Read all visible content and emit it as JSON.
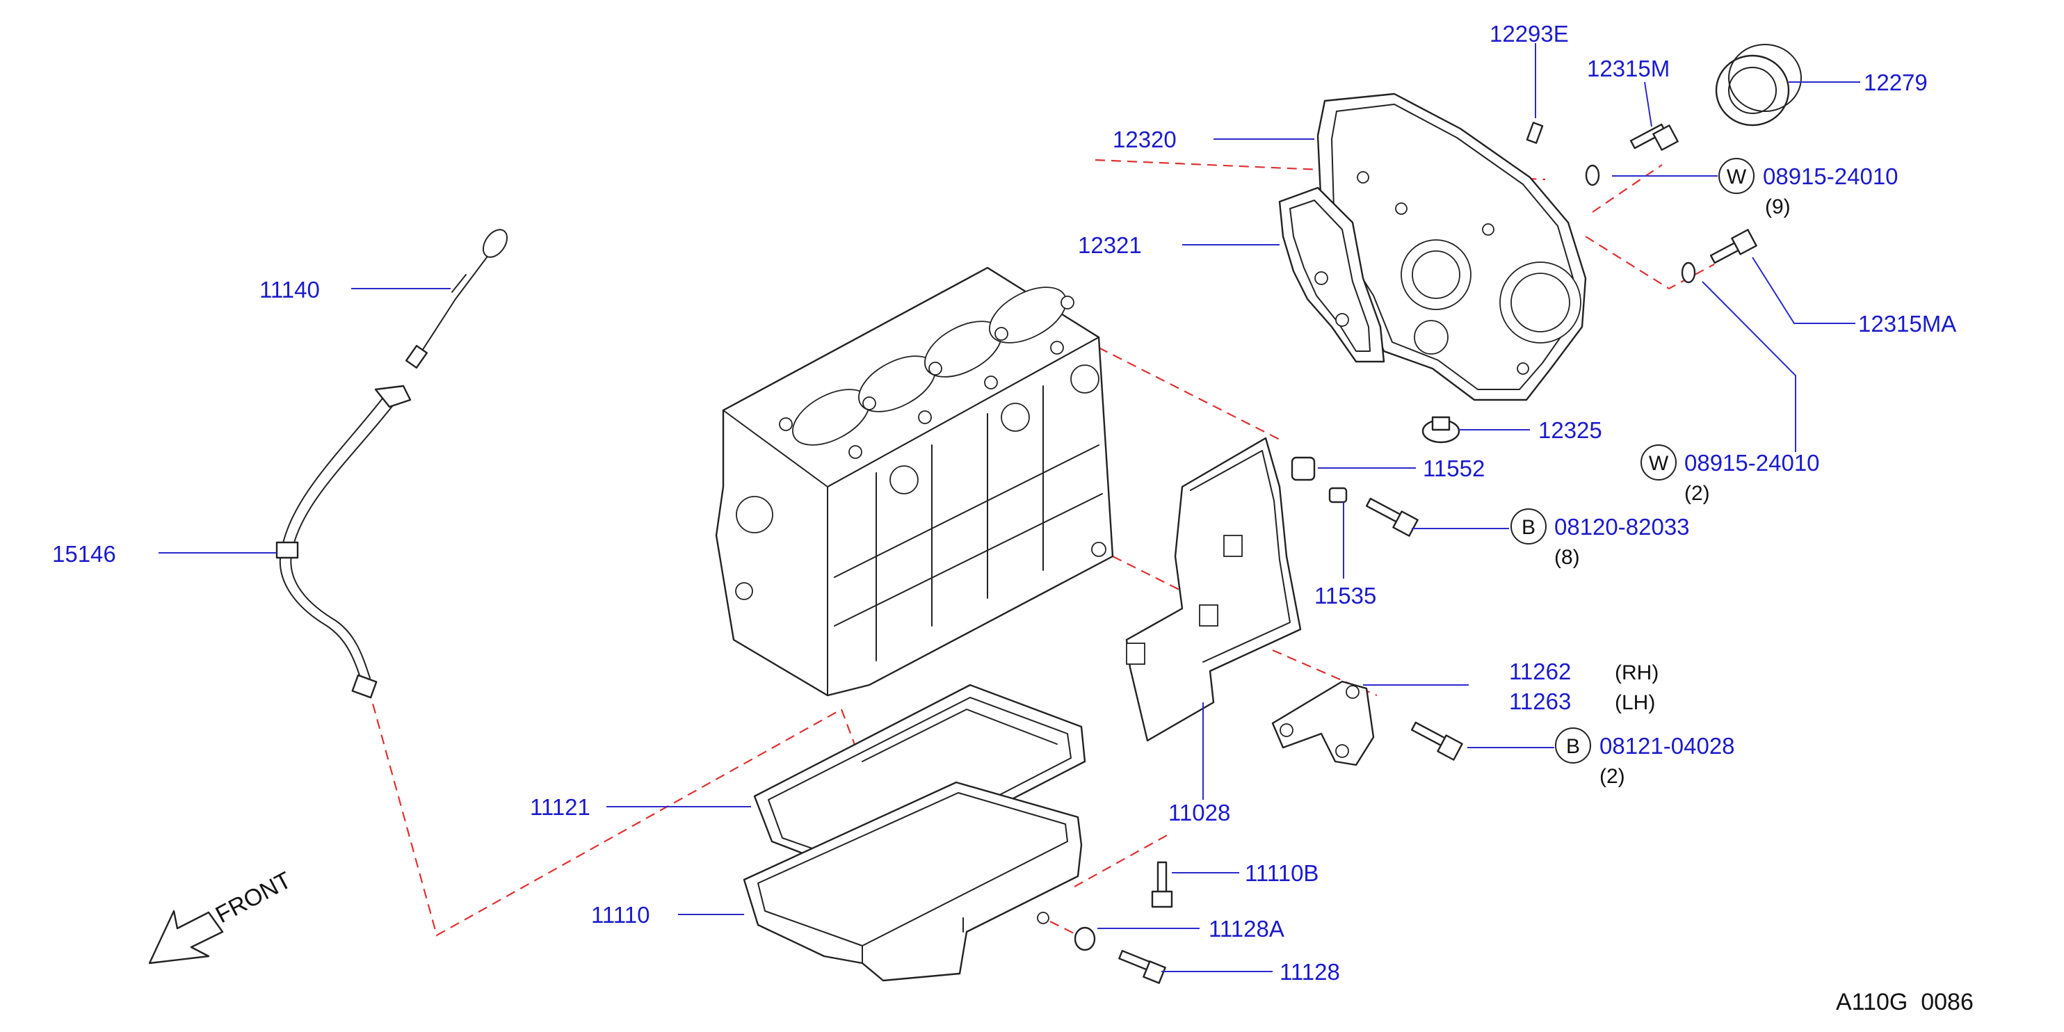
{
  "callouts": [
    {
      "id": "c12293E",
      "label": "12293E"
    },
    {
      "id": "c12315M",
      "label": "12315M"
    },
    {
      "id": "c12279",
      "label": "12279"
    },
    {
      "id": "c12320",
      "label": "12320"
    },
    {
      "id": "c08915a",
      "label": "08915-24010",
      "symbol": "W",
      "qty": "(9)"
    },
    {
      "id": "c12321",
      "label": "12321"
    },
    {
      "id": "c11140",
      "label": "11140"
    },
    {
      "id": "c12315MA",
      "label": "12315MA"
    },
    {
      "id": "c12325",
      "label": "12325"
    },
    {
      "id": "c08915b",
      "label": "08915-24010",
      "symbol": "W",
      "qty": "(2)"
    },
    {
      "id": "c11552",
      "label": "11552"
    },
    {
      "id": "c15146",
      "label": "15146"
    },
    {
      "id": "c08120",
      "label": "08120-82033",
      "symbol": "B",
      "qty": "(8)"
    },
    {
      "id": "c11535",
      "label": "11535"
    },
    {
      "id": "c11262",
      "label": "11262",
      "qty": "(RH)"
    },
    {
      "id": "c11263",
      "label": "11263",
      "qty": "(LH)"
    },
    {
      "id": "c08121",
      "label": "08121-04028",
      "symbol": "B",
      "qty": "(2)"
    },
    {
      "id": "c11121",
      "label": "11121"
    },
    {
      "id": "c11028",
      "label": "11028"
    },
    {
      "id": "c11110B",
      "label": "11110B"
    },
    {
      "id": "c11110",
      "label": "11110"
    },
    {
      "id": "c11128A",
      "label": "11128A"
    },
    {
      "id": "c11128",
      "label": "11128"
    }
  ],
  "front_label": "FRONT",
  "diagram_code": "A110G  0086"
}
